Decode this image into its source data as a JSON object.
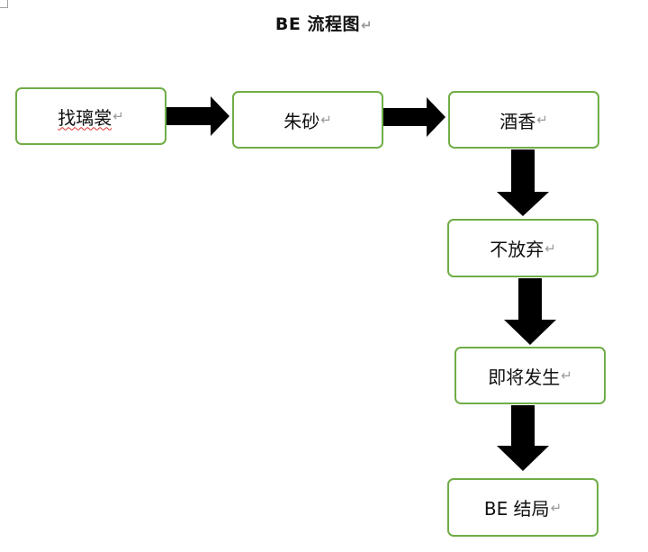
{
  "title": "BE  流程图",
  "paragraph_mark": "↵",
  "nodes": [
    {
      "id": "n1",
      "label": "找璃裳"
    },
    {
      "id": "n2",
      "label": "朱砂"
    },
    {
      "id": "n3",
      "label": "酒香"
    },
    {
      "id": "n4",
      "label": "不放弃"
    },
    {
      "id": "n5",
      "label": "即将发生"
    },
    {
      "id": "n6",
      "label": "BE 结局"
    }
  ],
  "colors": {
    "box_border": "#70ad47",
    "arrow_fill": "#000000",
    "text": "#111111",
    "paragraph_mark": "#9a9a9a",
    "spell_underline": "#e03030"
  }
}
